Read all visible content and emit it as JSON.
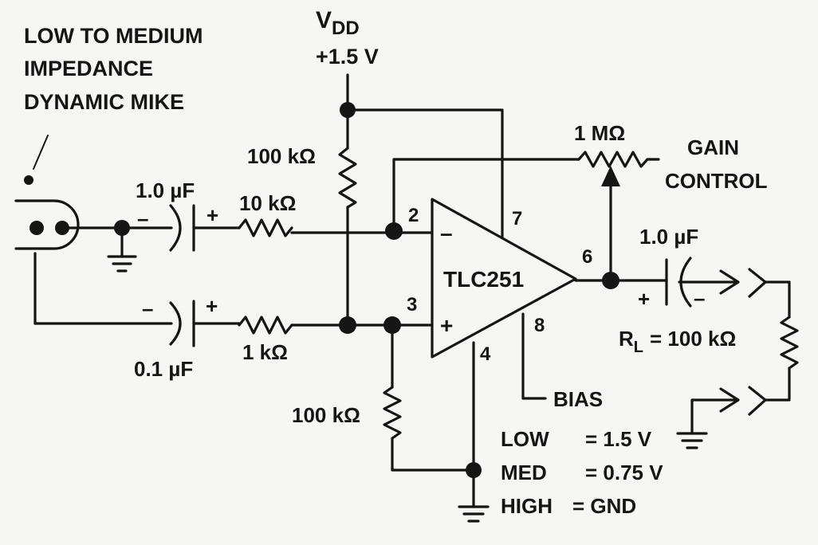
{
  "source": {
    "label_line1": "LOW TO MEDIUM",
    "label_line2": "IMPEDANCE",
    "label_line3": "DYNAMIC MIKE"
  },
  "supply": {
    "name": "V",
    "subscript": "DD",
    "voltage": "+1.5 V"
  },
  "components": {
    "c_in1": "1.0 µF",
    "c_in2": "0.1 µF",
    "r_in1": "10 kΩ",
    "r_in2": "1 kΩ",
    "r_bias_top": "100 kΩ",
    "r_bias_bottom": "100 kΩ",
    "r_feedback": "1 MΩ",
    "c_out": "1.0 µF",
    "load_prefix": "R",
    "load_sub": "L",
    "load_value": "= 100 kΩ"
  },
  "opamp": {
    "name": "TLC251",
    "pins": {
      "inv": "2",
      "noninv": "3",
      "gnd": "4",
      "out": "6",
      "vdd": "7",
      "bias": "8"
    },
    "inv_sign": "–",
    "noninv_sign": "+"
  },
  "polarity": {
    "plus": "+",
    "minus": "–"
  },
  "gain_control": {
    "line1": "GAIN",
    "line2": "CONTROL"
  },
  "bias": {
    "title": "BIAS",
    "low_key": "LOW",
    "low_value": "= 1.5 V",
    "med_key": "MED",
    "med_value": "= 0.75 V",
    "high_key": "HIGH",
    "high_value": "= GND"
  }
}
